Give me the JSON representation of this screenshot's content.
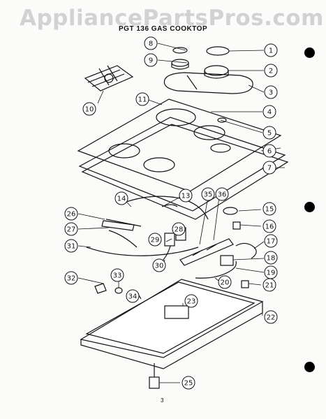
{
  "watermark": "AppliancePartsPros.com",
  "title": "PGT 136 GAS COOKTOP",
  "page_number": "3",
  "callouts": [
    "1",
    "2",
    "3",
    "4",
    "5",
    "6",
    "7",
    "8",
    "9",
    "10",
    "11",
    "13",
    "14",
    "15",
    "16",
    "17",
    "18",
    "19",
    "20",
    "21",
    "22",
    "23",
    "25",
    "26",
    "27",
    "28",
    "29",
    "30",
    "31",
    "32",
    "33",
    "34",
    "35",
    "36"
  ]
}
